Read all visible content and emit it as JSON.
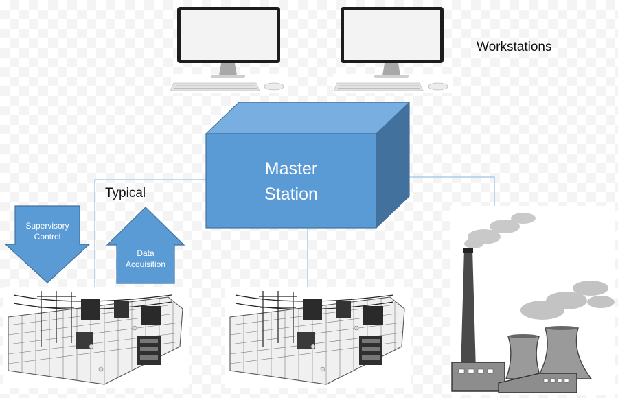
{
  "labels": {
    "workstations": "Workstations",
    "typical": "Typical",
    "master_line1": "Master",
    "master_line2": "Station",
    "supervisory_line1": "Supervisory",
    "supervisory_line2": "Control",
    "data_acq_line1": "Data",
    "data_acq_line2": "Acquisition"
  },
  "icons": {
    "workstation": "desktop-computer-icon",
    "substation": "electrical-substation-icon",
    "power_plant": "power-plant-icon"
  },
  "colors": {
    "master_front": "#5b9bd5",
    "master_top": "#79aee0",
    "master_side": "#41719c",
    "arrow_fill": "#5b9bd5",
    "arrow_stroke": "#41719c",
    "connector": "#9dc3e6"
  }
}
